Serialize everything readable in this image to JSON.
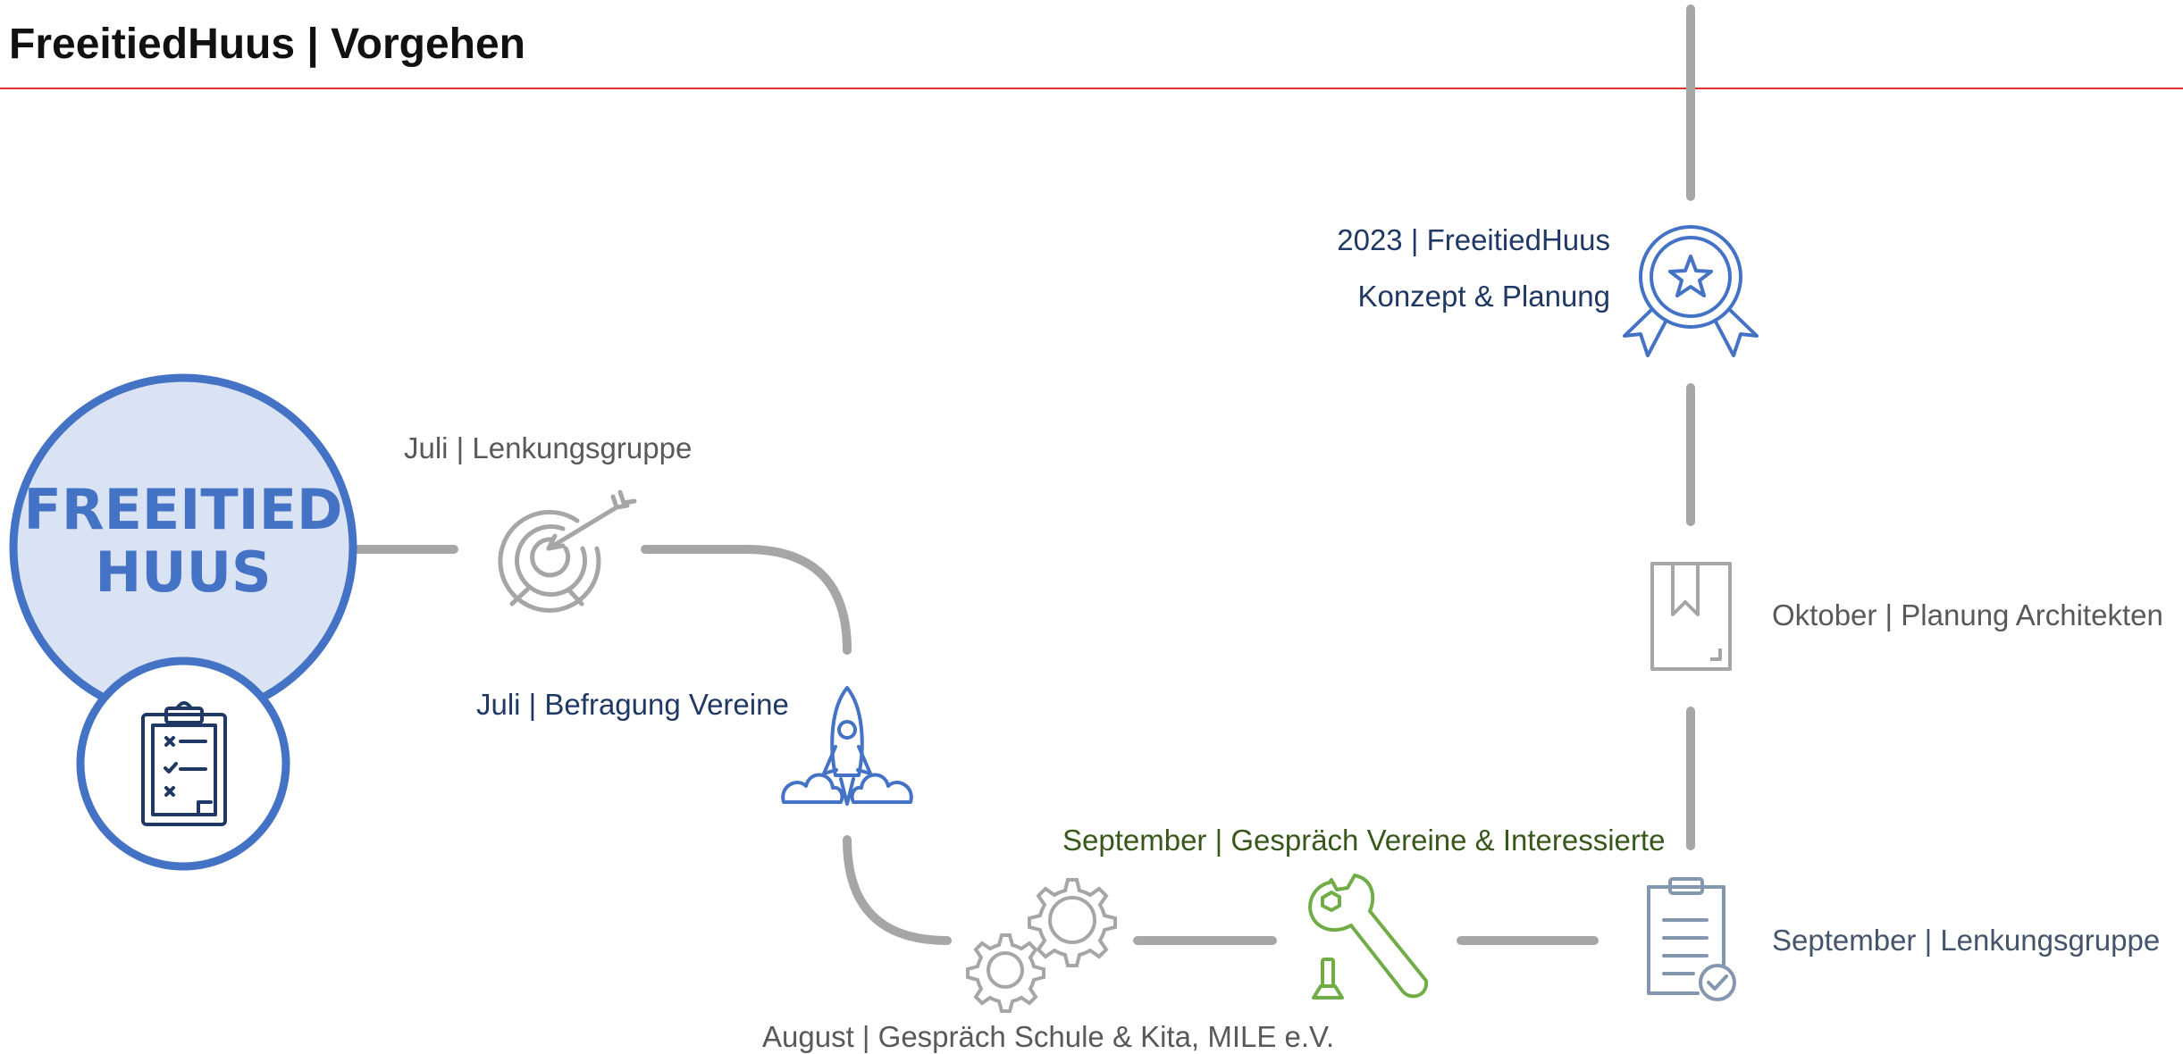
{
  "page": {
    "title": "FreeitiedHuus | Vorgehen"
  },
  "colors": {
    "accent_line": "#d9322f",
    "connector": "#a6a6a6",
    "blue": "#4472c4",
    "navy": "#1f3864",
    "circle_fill": "#dae3f3",
    "green": "#70ad47",
    "green_text": "#38581b",
    "gray_text": "#595959",
    "slate": "#8497b0",
    "slate_text": "#44546a"
  },
  "hub": {
    "line1": "FREEITIED",
    "line2": "HUUS",
    "icon": "clipboard-checklist-icon"
  },
  "steps": [
    {
      "id": "target",
      "label": "Juli | Lenkungsgruppe",
      "icon": "target-arrow-icon"
    },
    {
      "id": "rocket",
      "label": "Juli | Befragung Vereine",
      "icon": "rocket-launch-icon"
    },
    {
      "id": "gears",
      "label": "August | Gespräch Schule & Kita, MILE e.V.",
      "icon": "gears-icon"
    },
    {
      "id": "wrench",
      "label": "September | Gespräch Vereine & Interessierte",
      "icon": "wrench-screw-icon"
    },
    {
      "id": "doc",
      "label": "September | Lenkungsgruppe",
      "icon": "document-check-icon"
    },
    {
      "id": "book",
      "label": "Oktober | Planung Architekten",
      "icon": "book-icon"
    },
    {
      "id": "award",
      "label_line1": "2023 | FreeitiedHuus",
      "label_line2": "Konzept & Planung",
      "icon": "award-ribbon-icon"
    }
  ]
}
